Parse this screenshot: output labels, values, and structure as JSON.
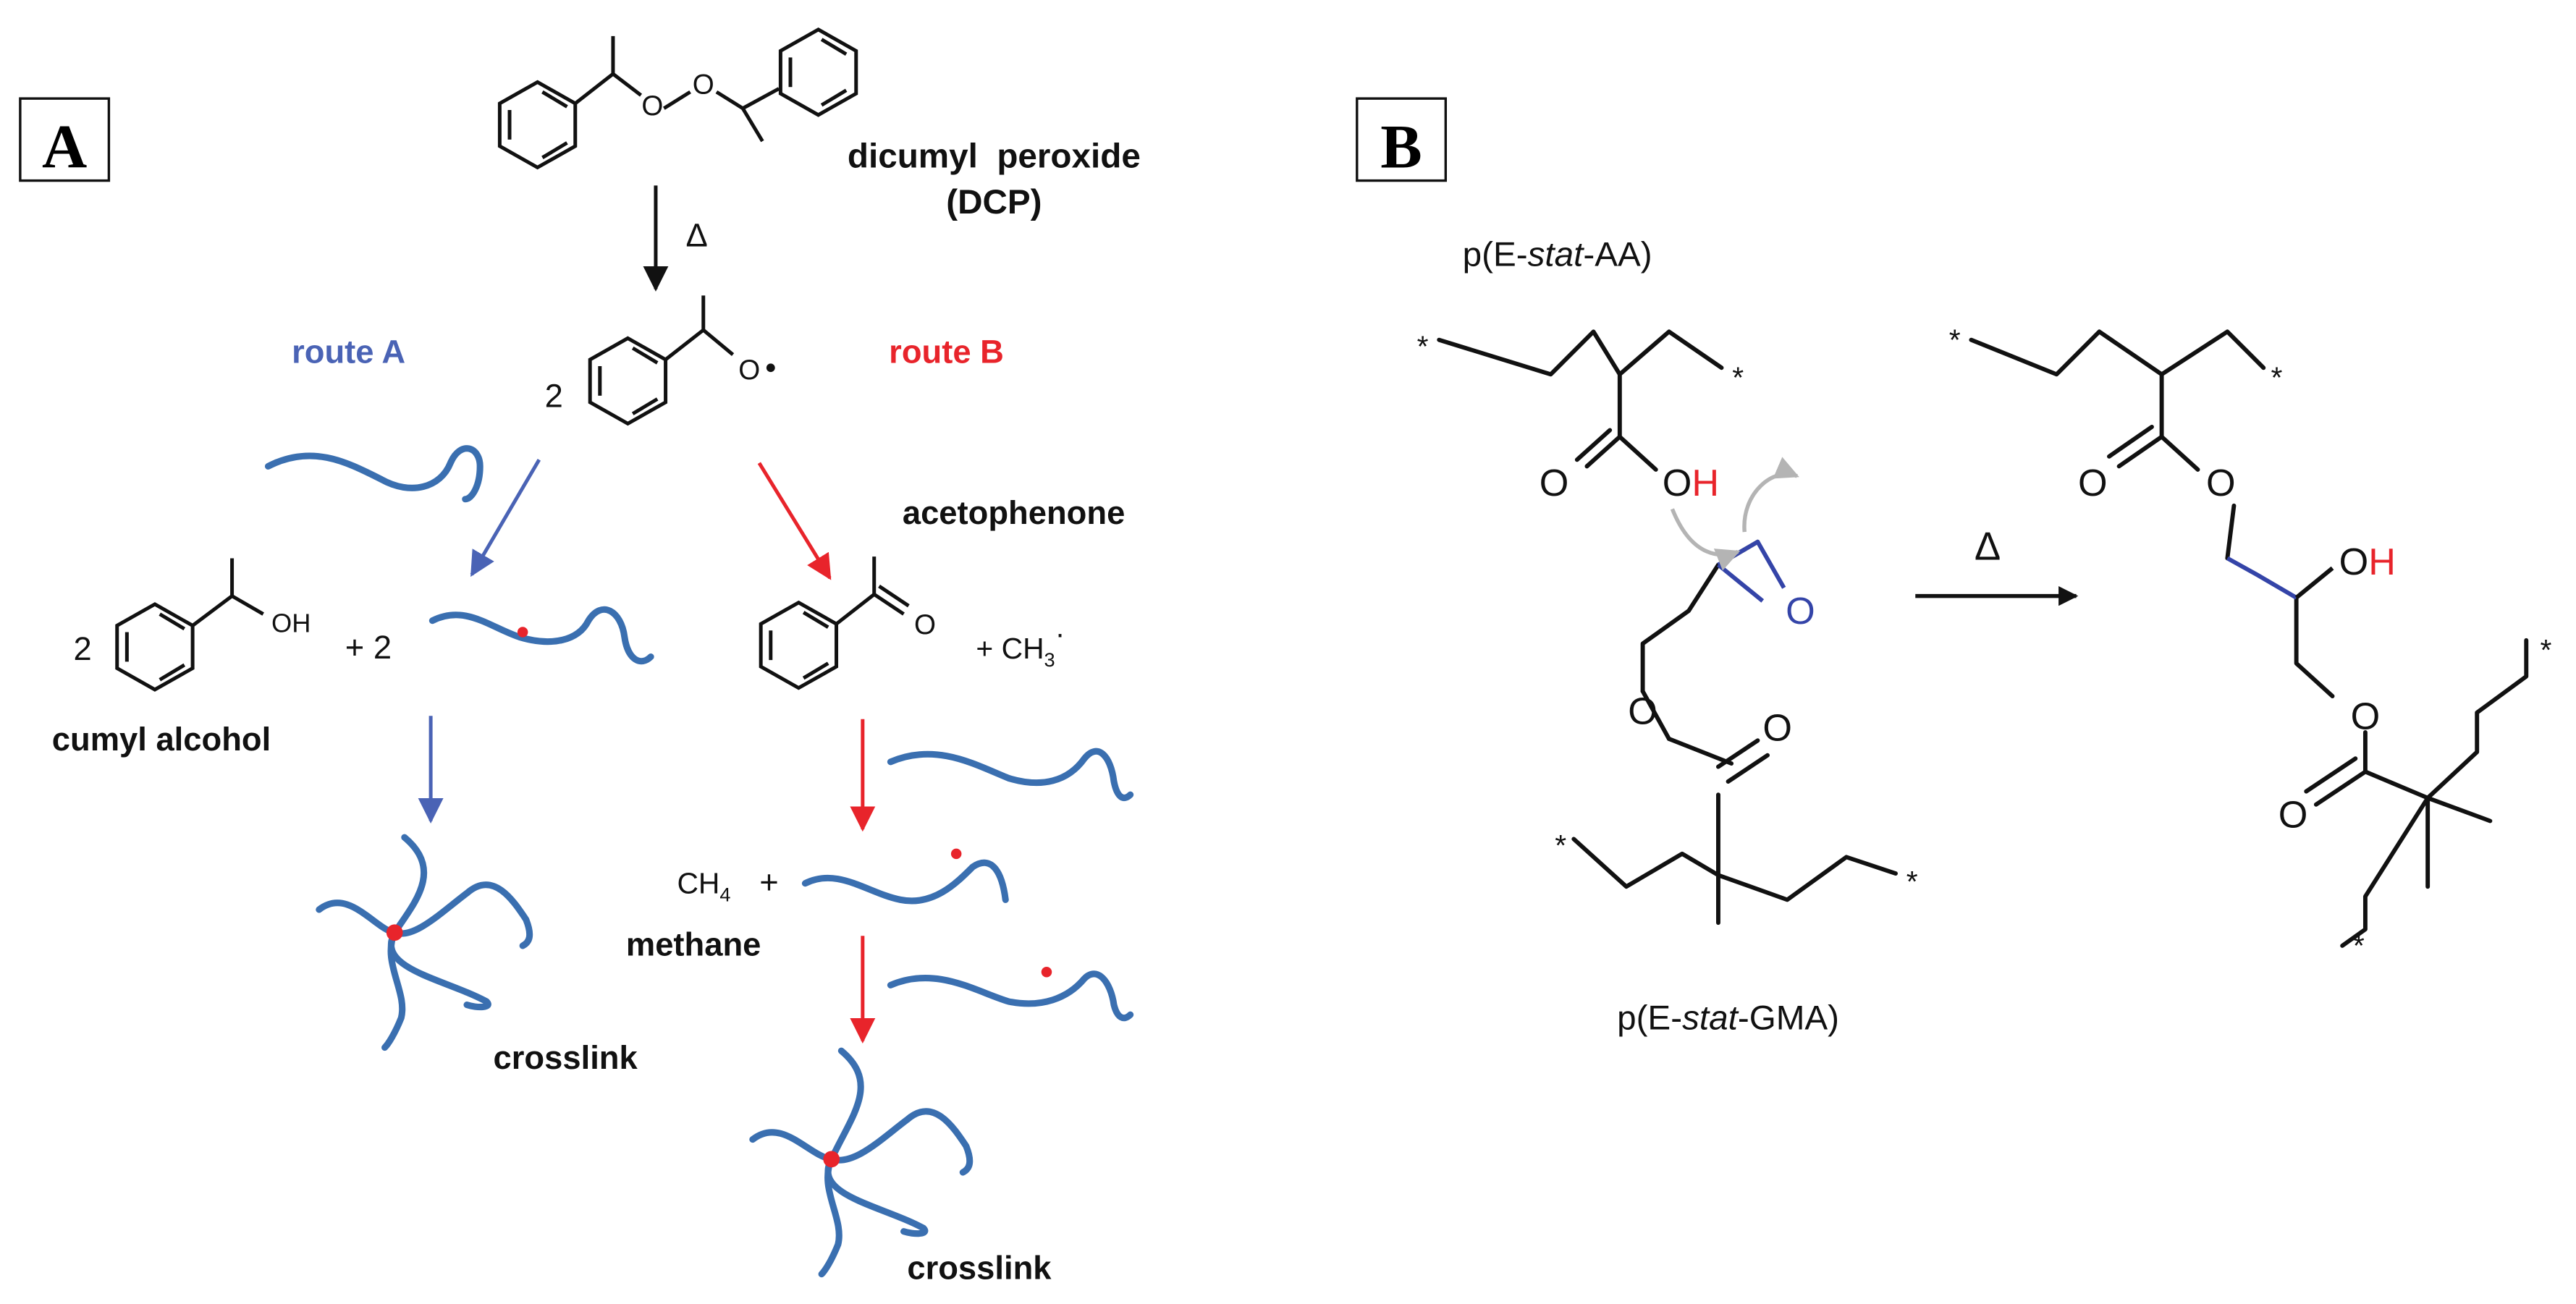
{
  "panel_a": {
    "label": "A",
    "dcp_name_line1": "dicumyl  peroxide",
    "dcp_name_line2": "(DCP)",
    "heat_symbol": "Δ",
    "coef_two": "2",
    "radical_o": "O",
    "peroxide_o": "O",
    "route_a": "route A",
    "route_b": "route B",
    "acetophenone": "acetophenone",
    "alcohol_coef": "2",
    "oh_label": "OH",
    "plus_two": "+ 2",
    "cumyl_alcohol": "cumyl alcohol",
    "carbonyl_o": "O",
    "plus_ch3": "+ CH",
    "ch3_sub": "3",
    "ch3_dot": "·",
    "ch4_main": "CH",
    "ch4_sub": "4",
    "ch4_plus": "+",
    "methane": "methane",
    "crosslink_a": "crosslink",
    "crosslink_b": "crosslink"
  },
  "panel_b": {
    "label": "B",
    "heat_symbol": "Δ",
    "polymer_aa": {
      "pre": "p(E-",
      "italic": "stat",
      "post": "-AA)"
    },
    "polymer_gma": {
      "pre": "p(E-",
      "italic": "stat",
      "post": "-GMA)"
    },
    "star": "*",
    "o": "O",
    "oh_o": "O",
    "oh_h": "H",
    "epoxide_o": "O"
  },
  "colors": {
    "route_a": "#4a63b5",
    "route_b": "#e8242b",
    "chain": "#3a6fb0",
    "radical_dot": "#e8242b",
    "black": "#111111",
    "gray_arrow": "#b4b4b4",
    "epoxide_blue": "#3444a8",
    "hydrogen_red": "#e8242b"
  },
  "icons": [
    "heat-arrow-icon",
    "reaction-arrow-icon",
    "benzene-ring-icon",
    "polymer-chain-icon",
    "radical-dot-icon"
  ]
}
